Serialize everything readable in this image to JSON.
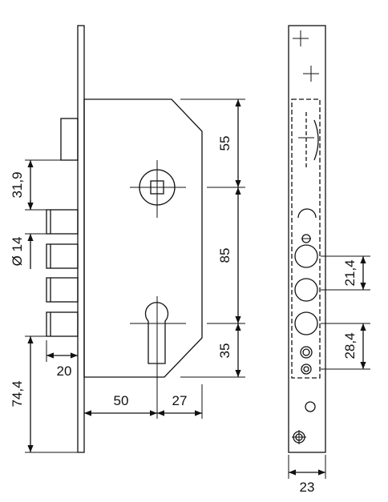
{
  "dimensions": {
    "forend_to_spindle": "31,9",
    "bolt_diameter": "Ø 14",
    "forend_to_cylinder": "74,4",
    "bolt_throw": "20",
    "backset": "50",
    "cylinder_to_back": "27",
    "top_to_spindle": "55",
    "spindle_to_cylinder": "85",
    "cylinder_to_bottom": "35",
    "hole_spacing_upper": "21,4",
    "hole_spacing_lower": "28,4",
    "forend_width": "23"
  },
  "colors": {
    "line": "#111111",
    "background": "#ffffff"
  }
}
